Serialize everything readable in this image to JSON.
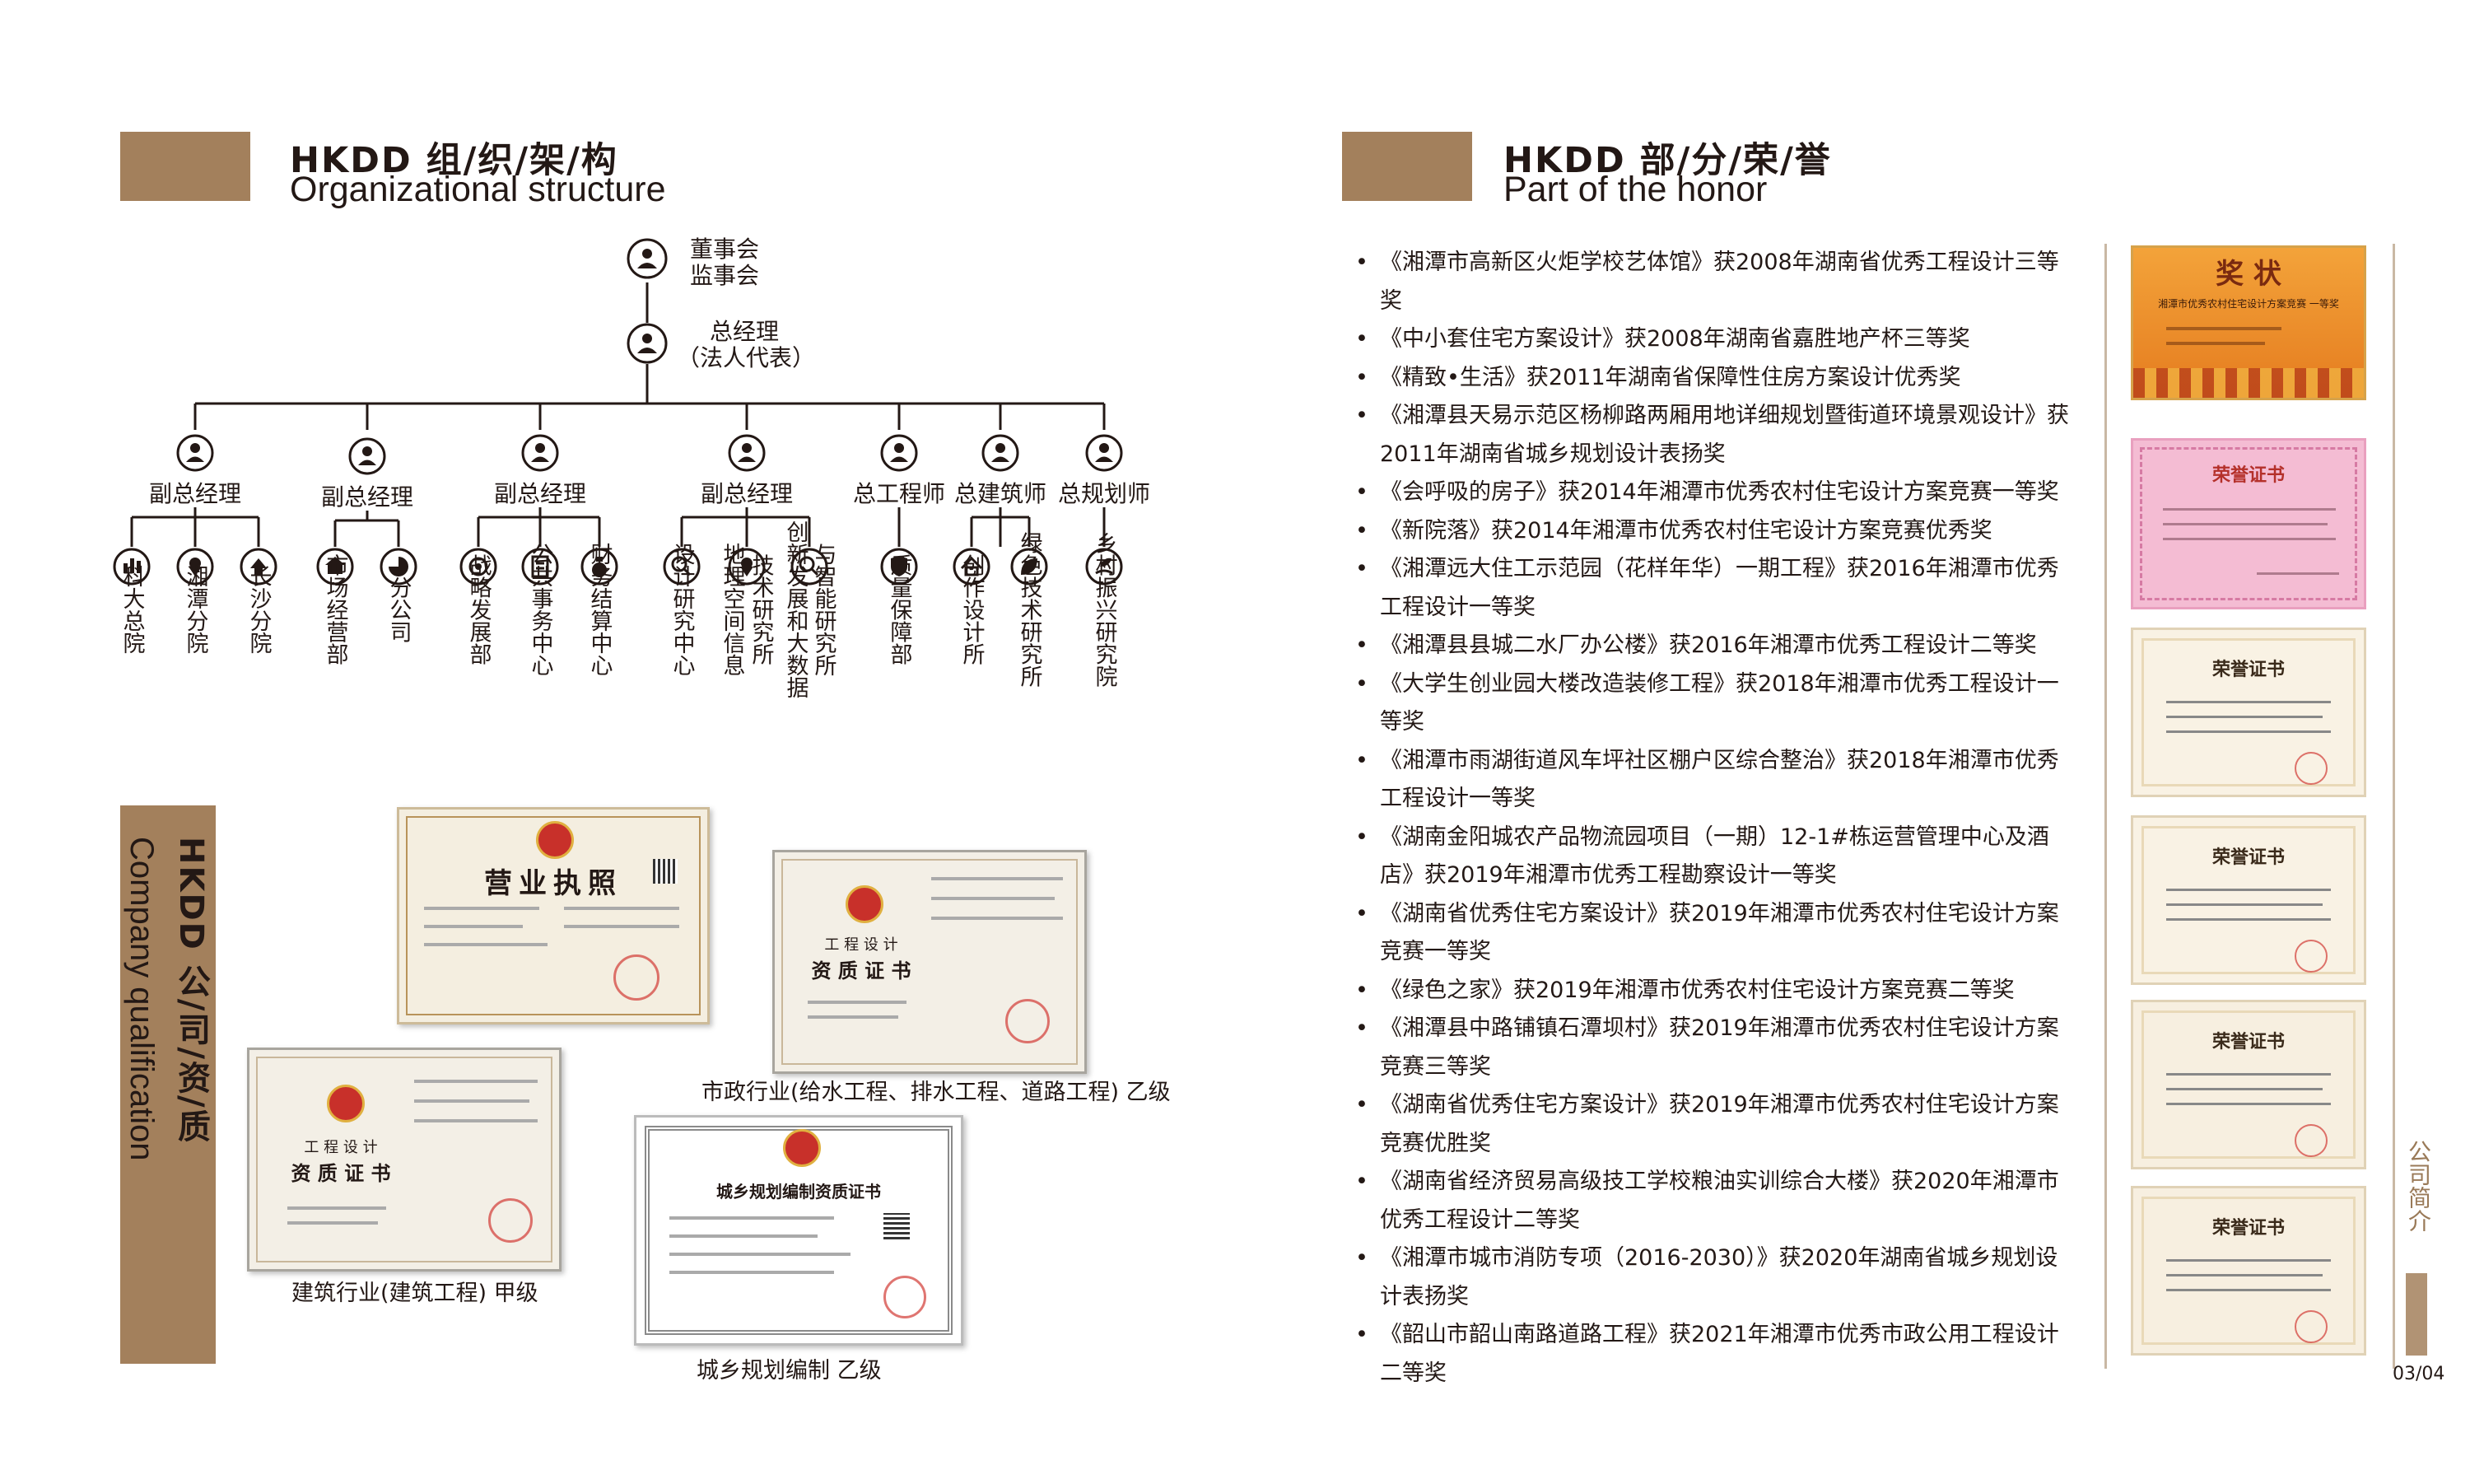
{
  "org": {
    "title": "HKDD 组/织/架/构",
    "subtitle": "Organizational structure",
    "top1": "董事会",
    "top2": "监事会",
    "gm1": "总经理",
    "gm2": "（法人代表）",
    "managers": [
      {
        "label": "副总经理",
        "icons": [
          "building-chart-icon",
          "map-pin-icon",
          "location-icon"
        ],
        "depts": [
          "科大总院",
          "湘潭分院",
          "长沙分院"
        ]
      },
      {
        "label": "副总经理",
        "icons": [
          "market-icon",
          "pie-icon"
        ],
        "depts": [
          "市场经营部",
          "分公司"
        ]
      },
      {
        "label": "副总经理",
        "icons": [
          "target-icon",
          "document-icon",
          "money-bag-icon"
        ],
        "depts": [
          "战略发展部",
          "公共事务中心",
          "财务结算中心"
        ]
      },
      {
        "label": "副总经理",
        "icons": [
          "search-icon",
          "map-pin-icon",
          "search-icon"
        ],
        "depts": [
          "设计研究中心",
          "地理空间信息",
          "技术研究所",
          "创新发展和大数据",
          "与智能研究所"
        ]
      },
      {
        "label": "总工程师",
        "icons": [
          "shield-icon"
        ],
        "depts": [
          "质量保障部"
        ]
      },
      {
        "label": "总建筑师",
        "icons": [
          "house-icon",
          "leaf-icon"
        ],
        "depts": [
          "创作设计所",
          "绿色技术研究所"
        ]
      },
      {
        "label": "总规划师",
        "icons": [
          "hand-leaf-icon"
        ],
        "depts": [
          "乡村振兴研究院"
        ]
      }
    ]
  },
  "qualification": {
    "title": "HKDD 公/司/资/质",
    "subtitle": "Company qualification",
    "certs": {
      "license": {
        "title": "营业执照"
      },
      "municipal": {
        "line1": "工 程 设 计",
        "line2": "资 质 证 书"
      },
      "building": {
        "line1": "工 程 设 计",
        "line2": "资 质 证 书"
      },
      "planning": {
        "title": "城乡规划编制资质证书"
      }
    },
    "captions": {
      "municipal": "市政行业(给水工程、排水工程、道路工程) 乙级",
      "building": "建筑行业(建筑工程) 甲级",
      "planning": "城乡规划编制 乙级"
    }
  },
  "honor": {
    "title": "HKDD 部/分/荣/誉",
    "subtitle": "Part of the honor",
    "items": [
      "《湘潭市高新区火炬学校艺体馆》获2008年湖南省优秀工程设计三等奖",
      "《中小套住宅方案设计》获2008年湖南省嘉胜地产杯三等奖",
      "《精致•生活》获2011年湖南省保障性住房方案设计优秀奖",
      "《湘潭县天易示范区杨柳路两厢用地详细规划暨街道环境景观设计》获2011年湖南省城乡规划设计表扬奖",
      "《会呼吸的房子》获2014年湘潭市优秀农村住宅设计方案竞赛一等奖",
      "《新院落》获2014年湘潭市优秀农村住宅设计方案竞赛优秀奖",
      "《湘潭远大住工示范园（花样年华）一期工程》获2016年湘潭市优秀工程设计一等奖",
      "《湘潭县县城二水厂办公楼》获2016年湘潭市优秀工程设计二等奖",
      "《大学生创业园大楼改造装修工程》获2018年湘潭市优秀工程设计一等奖",
      "《湘潭市雨湖街道风车坪社区棚户区综合整治》获2018年湘潭市优秀工程设计一等奖",
      "《湖南金阳城农产品物流园项目（一期）12-1#栋运营管理中心及酒店》获2019年湘潭市优秀工程勘察设计一等奖",
      "《湖南省优秀住宅方案设计》获2019年湘潭市优秀农村住宅设计方案竞赛一等奖",
      "《绿色之家》获2019年湘潭市优秀农村住宅设计方案竞赛二等奖",
      "《湘潭县中路铺镇石潭坝村》获2019年湘潭市优秀农村住宅设计方案竞赛三等奖",
      "《湖南省优秀住宅方案设计》获2019年湘潭市优秀农村住宅设计方案竞赛优胜奖",
      "《湖南省经济贸易高级技工学校粮油实训综合大楼》获2020年湘潭市优秀工程设计二等奖",
      "《湘潭市城市消防专项（2016-2030）》获2020年湖南省城乡规划设计表扬奖",
      "《韶山市韶山南路道路工程》获2021年湘潭市优秀市政公用工程设计二等奖"
    ],
    "awards": [
      {
        "title": "奖 状",
        "body": "湘潭市优秀农村住宅设计方案竞赛 一等奖"
      },
      {
        "title": "荣誉证书"
      },
      {
        "title": "荣誉证书"
      },
      {
        "title": "荣誉证书"
      },
      {
        "title": "荣誉证书"
      },
      {
        "title": "荣誉证书"
      }
    ]
  },
  "side": {
    "label": "公司简介",
    "page": "03/04"
  },
  "colors": {
    "brown": "#a3805c",
    "text": "#231815",
    "orange": "#e8892a",
    "pink": "#f2b6cf",
    "cream": "#f7efe2"
  }
}
